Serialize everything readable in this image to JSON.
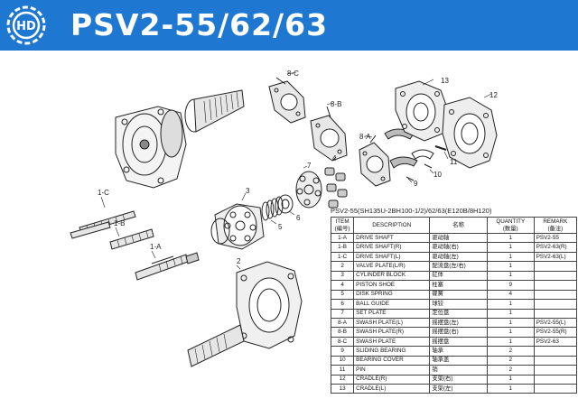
{
  "title": "PSV2-55/62/63",
  "logo_text": "HD",
  "colors": {
    "header_bg": "#1e78d2",
    "header_text": "#ffffff"
  },
  "labels": {
    "l8c": "8-C",
    "l8b": "8-B",
    "l8a": "8-A",
    "l13": "13",
    "l12": "12",
    "l11": "11",
    "l10": "10",
    "l9": "9",
    "l7": "7",
    "l4": "4",
    "l3": "3",
    "l6": "6",
    "l5": "5",
    "l1c": "1-C",
    "l1b": "1-B",
    "l1a": "1-A",
    "l2": "2"
  },
  "table": {
    "subtitle": "PSV2-55(SH135U-2BH100-1/2)/62/63(E120B/8H120)",
    "headers": {
      "item": "ITEM",
      "item_sub": "(编号)",
      "description": "DESCRIPTION",
      "name_cn": "名称",
      "quantity": "QUANTITY",
      "quantity_sub": "(数量)",
      "remark": "REMARK",
      "remark_sub": "(备注)"
    },
    "rows": [
      {
        "item": "1-A",
        "desc": "DRIVE SHAFT",
        "name": "驱动轴",
        "qty": "1",
        "remark": "PSV2-55"
      },
      {
        "item": "1-B",
        "desc": "DRIVE SHAFT(R)",
        "name": "驱动轴(右)",
        "qty": "1",
        "remark": "PSV2-63(R)"
      },
      {
        "item": "1-C",
        "desc": "DRIVE SHAFT(L)",
        "name": "驱动轴(左)",
        "qty": "1",
        "remark": "PSV2-63(L)"
      },
      {
        "item": "2",
        "desc": "VALVE PLATE(L/R)",
        "name": "配流盘(左/右)",
        "qty": "1",
        "remark": ""
      },
      {
        "item": "3",
        "desc": "CYLINDER BLOCK",
        "name": "缸体",
        "qty": "1",
        "remark": ""
      },
      {
        "item": "4",
        "desc": "PISTON SHOE",
        "name": "柱塞",
        "qty": "9",
        "remark": ""
      },
      {
        "item": "5",
        "desc": "DISK SPRING",
        "name": "碟簧",
        "qty": "4",
        "remark": ""
      },
      {
        "item": "6",
        "desc": "BALL GUIDE",
        "name": "球铰",
        "qty": "1",
        "remark": ""
      },
      {
        "item": "7",
        "desc": "SET PLATE",
        "name": "定位盘",
        "qty": "1",
        "remark": ""
      },
      {
        "item": "8-A",
        "desc": "SWASH PLATE(L)",
        "name": "摇摆盘(左)",
        "qty": "1",
        "remark": "PSV2-55(L)"
      },
      {
        "item": "8-B",
        "desc": "SWASH PLATE(R)",
        "name": "摇摆盘(右)",
        "qty": "1",
        "remark": "PSV2-55(R)"
      },
      {
        "item": "8-C",
        "desc": "SWASH PLATE",
        "name": "摇摆盘",
        "qty": "1",
        "remark": "PSV2-63"
      },
      {
        "item": "9",
        "desc": "SLIDING BEARING",
        "name": "轴承",
        "qty": "2",
        "remark": ""
      },
      {
        "item": "10",
        "desc": "BEARING COVER",
        "name": "轴承盖",
        "qty": "2",
        "remark": ""
      },
      {
        "item": "11",
        "desc": "PIN",
        "name": "销",
        "qty": "2",
        "remark": ""
      },
      {
        "item": "12",
        "desc": "CRADLE(R)",
        "name": "支架(右)",
        "qty": "1",
        "remark": ""
      },
      {
        "item": "13",
        "desc": "CRADLE(L)",
        "name": "支架(左)",
        "qty": "1",
        "remark": ""
      }
    ]
  }
}
